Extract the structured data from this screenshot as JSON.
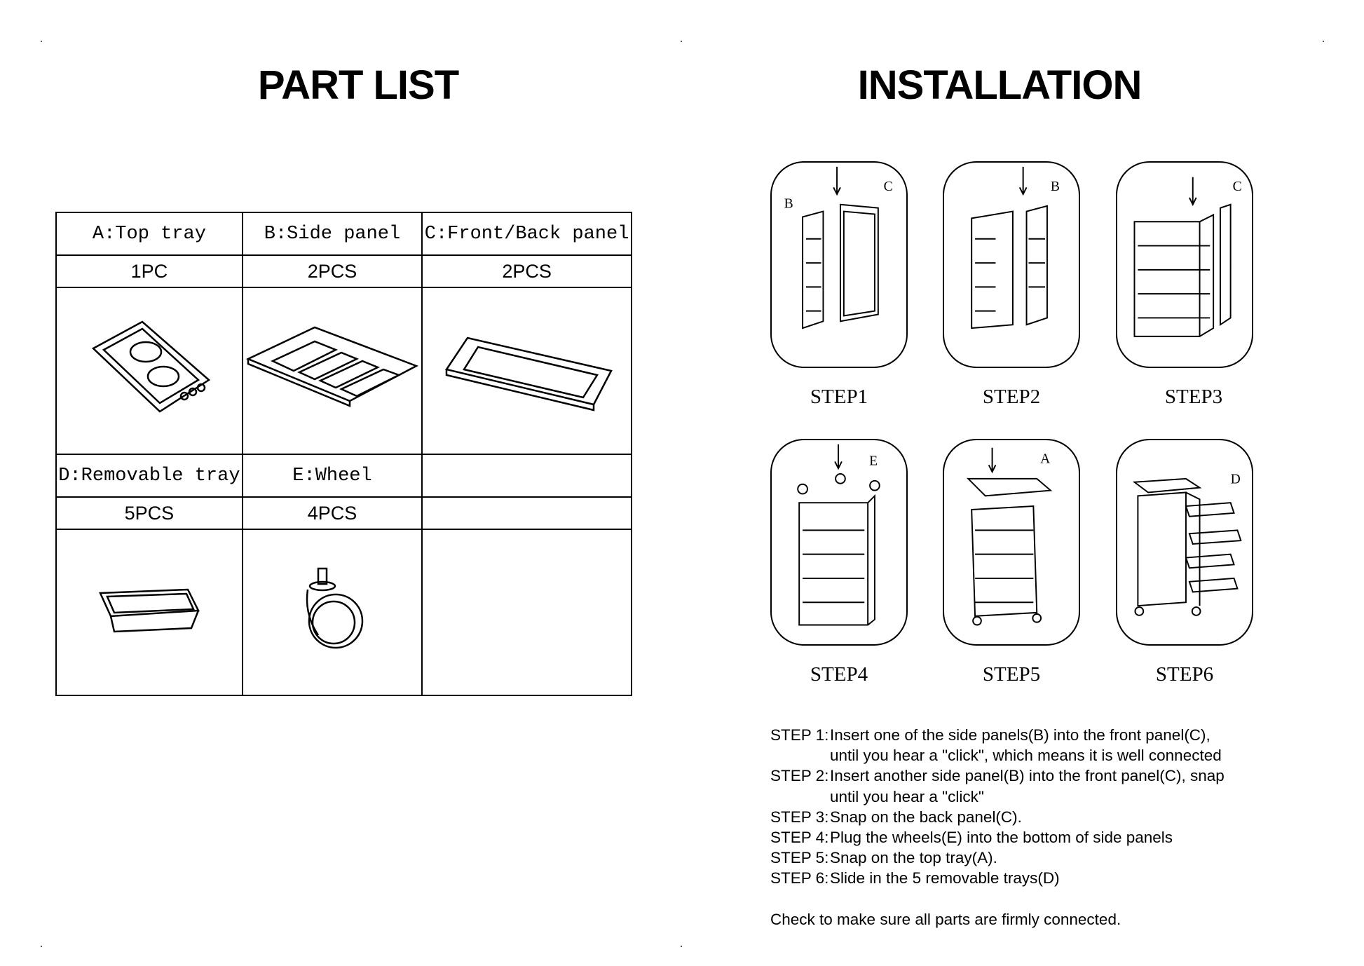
{
  "part_list": {
    "title": "PART LIST",
    "parts": [
      {
        "name": "A:Top tray",
        "qty": "1PC",
        "icon": "top-tray"
      },
      {
        "name": "B:Side panel",
        "qty": "2PCS",
        "icon": "side-panel"
      },
      {
        "name": "C:Front/Back panel",
        "qty": "2PCS",
        "icon": "front-back-panel"
      },
      {
        "name": "D:Removable tray",
        "qty": "5PCS",
        "icon": "removable-tray"
      },
      {
        "name": "E:Wheel",
        "qty": "4PCS",
        "icon": "wheel"
      }
    ]
  },
  "installation": {
    "title": "INSTALLATION",
    "steps": [
      {
        "label": "STEP1",
        "callouts": [
          "B",
          "C"
        ]
      },
      {
        "label": "STEP2",
        "callouts": [
          "B"
        ]
      },
      {
        "label": "STEP3",
        "callouts": [
          "C"
        ]
      },
      {
        "label": "STEP4",
        "callouts": [
          "E"
        ]
      },
      {
        "label": "STEP5",
        "callouts": [
          "A"
        ]
      },
      {
        "label": "STEP6",
        "callouts": [
          "D"
        ]
      }
    ],
    "instructions": [
      {
        "key": "STEP 1:",
        "text": "Insert one of the side panels(B) into the front panel(C),",
        "cont": "until you hear a \"click\", which means it is well connected"
      },
      {
        "key": "STEP 2:",
        "text": "Insert another side panel(B) into the front panel(C), snap",
        "cont": "until you hear a \"click\""
      },
      {
        "key": "STEP 3:",
        "text": "Snap on the back panel(C)."
      },
      {
        "key": "STEP 4:",
        "text": "Plug the wheels(E) into the bottom of side panels"
      },
      {
        "key": "STEP 5:",
        "text": "Snap on the top tray(A)."
      },
      {
        "key": "STEP 6:",
        "text": "Slide in the 5 removable trays(D)"
      }
    ],
    "note": "Check to make sure all parts are firmly connected."
  }
}
